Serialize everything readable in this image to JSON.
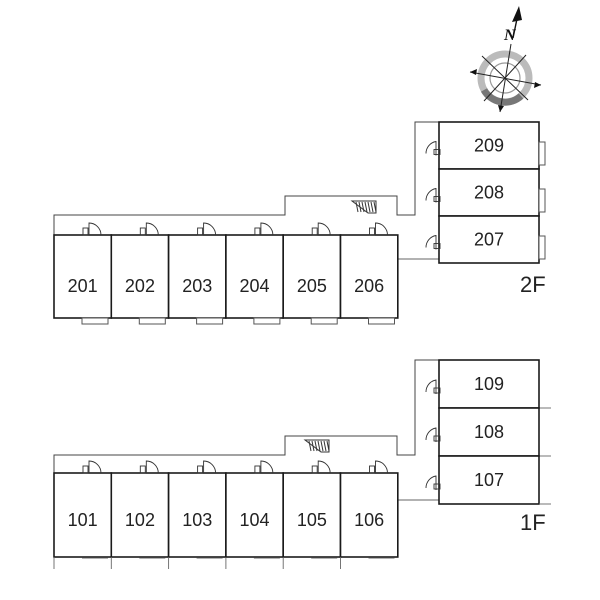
{
  "compass": {
    "north_label": "N",
    "icon": "compass-rose-icon"
  },
  "floors": [
    {
      "id": "2f",
      "label": "2F",
      "row_units": [
        "201",
        "202",
        "203",
        "204",
        "205",
        "206"
      ],
      "stack_units": [
        "209",
        "208",
        "207"
      ]
    },
    {
      "id": "1f",
      "label": "1F",
      "row_units": [
        "101",
        "102",
        "103",
        "104",
        "105",
        "106"
      ],
      "stack_units": [
        "109",
        "108",
        "107"
      ]
    }
  ]
}
